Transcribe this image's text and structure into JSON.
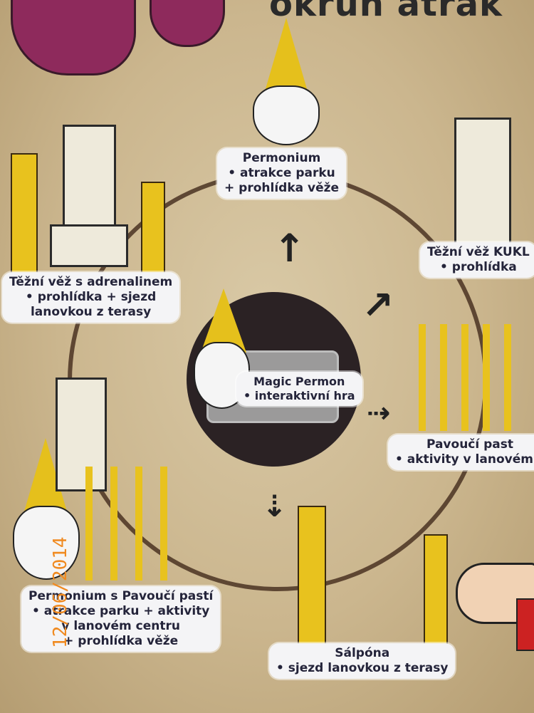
{
  "header": {
    "title_fragment": "okruh atrak"
  },
  "nodes": [
    {
      "id": "permonium",
      "lines": [
        "Permonium",
        "• atrakce parku",
        "+ prohlídka věže"
      ]
    },
    {
      "id": "tezni-vez-kukla",
      "lines": [
        "Těžní věž KUKL",
        "• prohlídka"
      ]
    },
    {
      "id": "tezni-vez-adrenalin",
      "lines": [
        "Těžní věž s adrenalinem",
        "• prohlídka + sjezd",
        "lanovkou z terasy"
      ]
    },
    {
      "id": "magic-permon",
      "lines": [
        "Magic Permon",
        "• interaktivní hra"
      ]
    },
    {
      "id": "pavouci-past",
      "lines": [
        "Pavoučí past",
        "• aktivity v lanovém c"
      ]
    },
    {
      "id": "permonium-pavouci",
      "lines": [
        "Permonium s Pavoučí pastí",
        "• atrakce parku + aktivity",
        "v lanovém centru",
        "+ prohlídka věže"
      ]
    },
    {
      "id": "salpona",
      "lines": [
        "Sálpóna",
        "• sjezd lanovkou z terasy"
      ]
    }
  ],
  "photo_date_stamp": "12/06/2014",
  "colors": {
    "ring": "#4a3322",
    "hub": "#2b2224",
    "accent_yellow": "#e5c01c",
    "label_text": "#24243a",
    "stamp": "#f08a20"
  }
}
